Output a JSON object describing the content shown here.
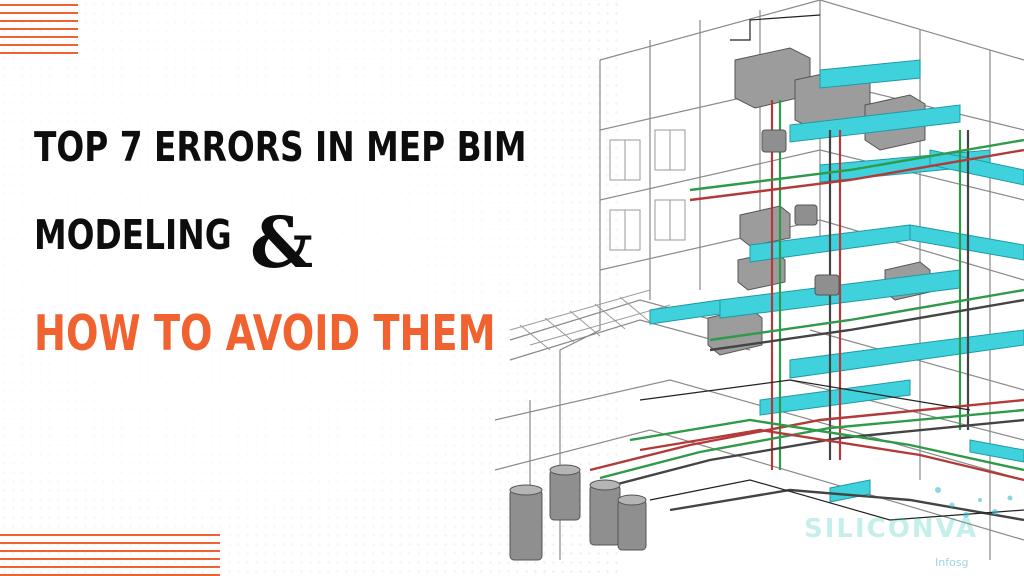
{
  "headline": {
    "line1": "TOP 7 ERRORS IN MEP BIM",
    "line2": "MODELING",
    "ampersand": "&",
    "line3": "HOW TO AVOID THEM"
  },
  "brand": {
    "watermark": "SILICONVA",
    "sub": "Infosg"
  },
  "colors": {
    "accent": "#f0622f",
    "duct": "#3fd2dc",
    "pipe_red": "#b33a3a",
    "pipe_green": "#2f9a4a",
    "ink": "#0d0d0d"
  },
  "icons": [
    "mep-isometric-illustration"
  ]
}
